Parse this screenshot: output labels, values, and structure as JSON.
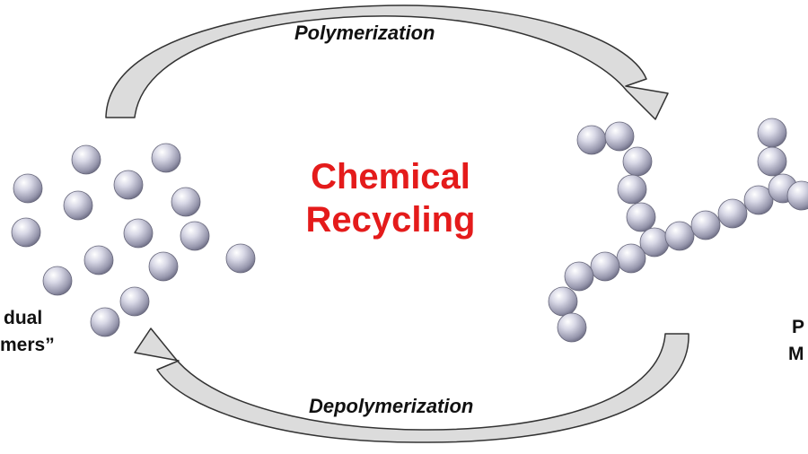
{
  "center_title": {
    "line1": "Chemical",
    "line2": "Recycling"
  },
  "top_process": "Polymerization",
  "bottom_process": "Depolymerization",
  "left_label": {
    "line1": "dual",
    "line2": "mers”"
  },
  "right_label": {
    "line1": "P",
    "line2": "M"
  },
  "colors": {
    "title": "#e41b1b",
    "arrow_fill": "#dcdcdc",
    "arrow_stroke": "#333333",
    "sphere_base": "#b7b7c9"
  }
}
